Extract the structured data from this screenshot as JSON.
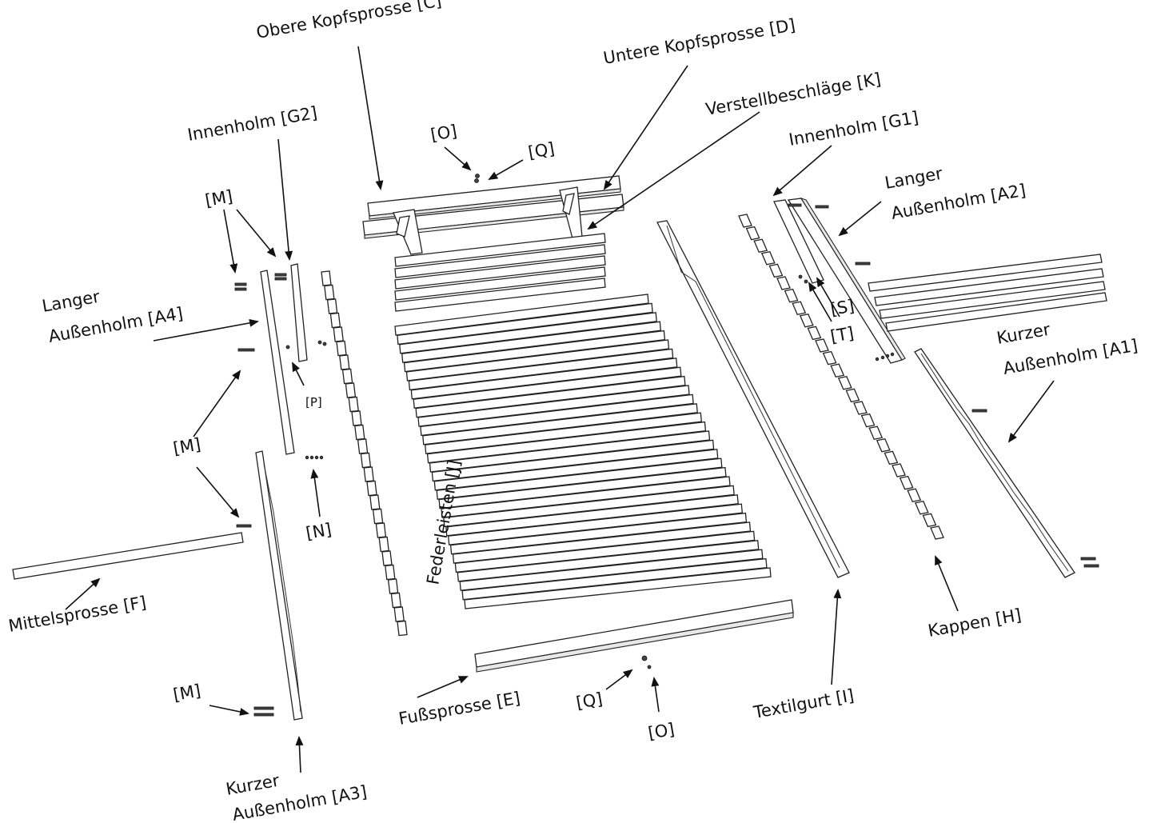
{
  "labels": {
    "obere_kopfsprosse": "Obere Kopfsprosse [C]",
    "untere_kopfsprosse": "Untere Kopfsprosse [D]",
    "verstellbeschlaege": "Verstellbeschläge [K]",
    "innenholm_g1": "Innenholm [G1]",
    "langer_a2_line1": "Langer",
    "langer_a2_line2": "Außenholm [A2]",
    "kurzer_a1_line1": "Kurzer",
    "kurzer_a1_line2": "Außenholm [A1]",
    "innenholm_g2": "Innenholm [G2]",
    "m_top": "[M]",
    "o_top": "[O]",
    "q_top": "[Q]",
    "langer_a4_line1": "Langer",
    "langer_a4_line2": "Außenholm [A4]",
    "p": "[P]",
    "m_middle": "[M]",
    "n": "[N]",
    "federleisten": "Federleisten [J]",
    "mittelsprosse": "Mittelsprosse [F]",
    "s": "[S]",
    "t": "[T]",
    "kappen": "Kappen [H]",
    "textilgurt": "Textilgurt [I]",
    "fusssprosse": "Fußsprosse [E]",
    "q_bottom": "[Q]",
    "o_bottom": "[O]",
    "m_bottom": "[M]",
    "kurzer_a3_line1": "Kurzer",
    "kurzer_a3_line2": "Außenholm [A3]"
  }
}
